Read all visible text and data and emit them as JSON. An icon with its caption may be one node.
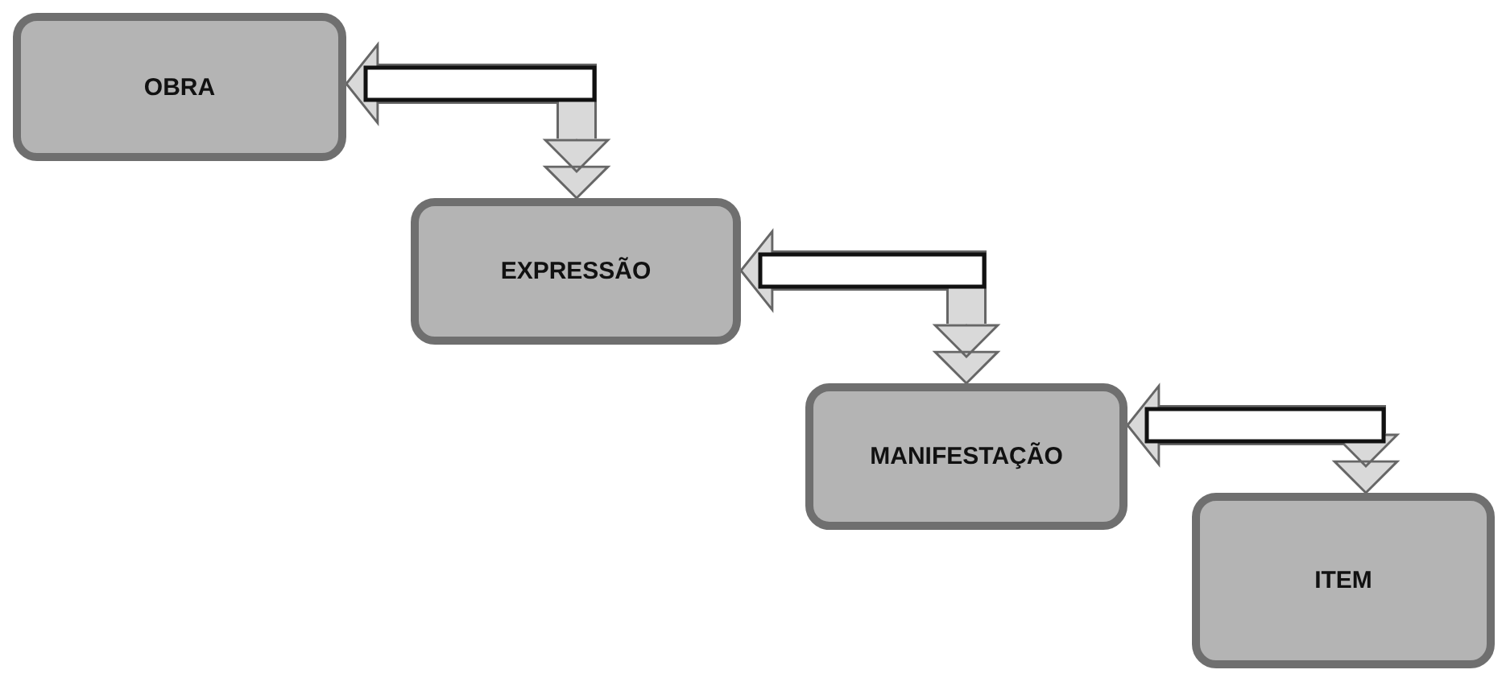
{
  "diagram": {
    "nodes": [
      {
        "text": [
          "OBRA"
        ]
      },
      {
        "text": [
          "EXPRESSÃO"
        ]
      },
      {
        "text": [
          "MANIFESTAÇÃO"
        ]
      },
      {
        "text": [
          "ITEM"
        ]
      }
    ],
    "edges": [
      {
        "from": 0,
        "to": 1,
        "arrow": "both"
      },
      {
        "from": 1,
        "to": 2,
        "arrow": "both"
      },
      {
        "from": 2,
        "to": 3,
        "arrow": "both"
      }
    ]
  }
}
